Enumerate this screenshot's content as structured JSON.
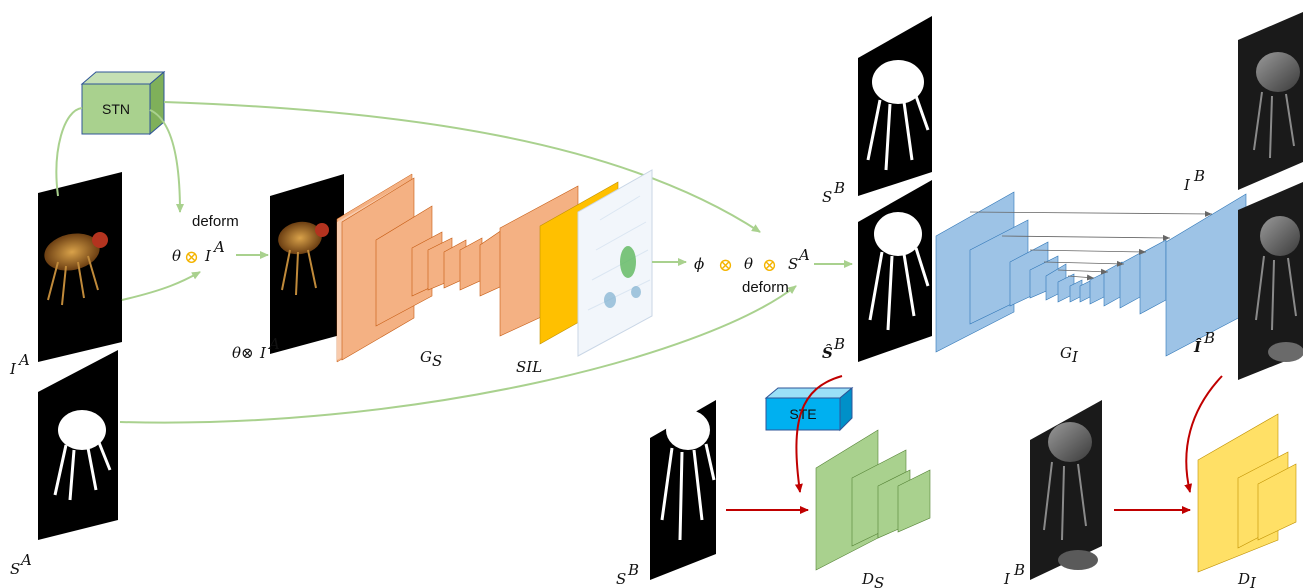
{
  "modules": {
    "stn": "STN",
    "ste": "STE"
  },
  "ops": {
    "deform_left": "deform",
    "deform_right": "deform",
    "otimes": "⊗"
  },
  "labels": {
    "i_a": {
      "base": "I",
      "sup": "A"
    },
    "s_a": {
      "base": "S",
      "sup": "A"
    },
    "theta_i_a": {
      "pre": "θ⊗",
      "base": "I",
      "sup": "A"
    },
    "theta_op_i_a": {
      "pre": "θ",
      "base": "I",
      "sup": "A"
    },
    "g_s": {
      "base": "G",
      "sub": "S"
    },
    "sil": "SIL",
    "phi": "ϕ",
    "theta": "θ",
    "s_a_right": {
      "base": "S",
      "sup": "A"
    },
    "s_b_top": {
      "base": "S",
      "sup": "B"
    },
    "s_hat_b": {
      "base": "Ŝ",
      "sup": "B"
    },
    "g_i": {
      "base": "G",
      "sub": "I"
    },
    "i_b_top": {
      "base": "I",
      "sup": "B"
    },
    "i_hat_b": {
      "base": "Î",
      "sup": "B"
    },
    "s_b_bottom": {
      "base": "S",
      "sup": "B"
    },
    "d_s": {
      "base": "D",
      "sub": "S"
    },
    "i_b_bottom": {
      "base": "I",
      "sup": "B"
    },
    "d_i": {
      "base": "D",
      "sub": "I"
    }
  },
  "colors": {
    "green_arrow": "#a9d18e",
    "red_arrow": "#c00000",
    "gs_layers": "#f4b183",
    "sil_layer": "#ffc000",
    "gi_layers": "#9dc3e6",
    "ds_layers": "#a9d18e",
    "di_layers": "#ffe066",
    "stn_box": "#a9d18e",
    "ste_box": "#00b0f0",
    "otimes": "#f4b400"
  }
}
